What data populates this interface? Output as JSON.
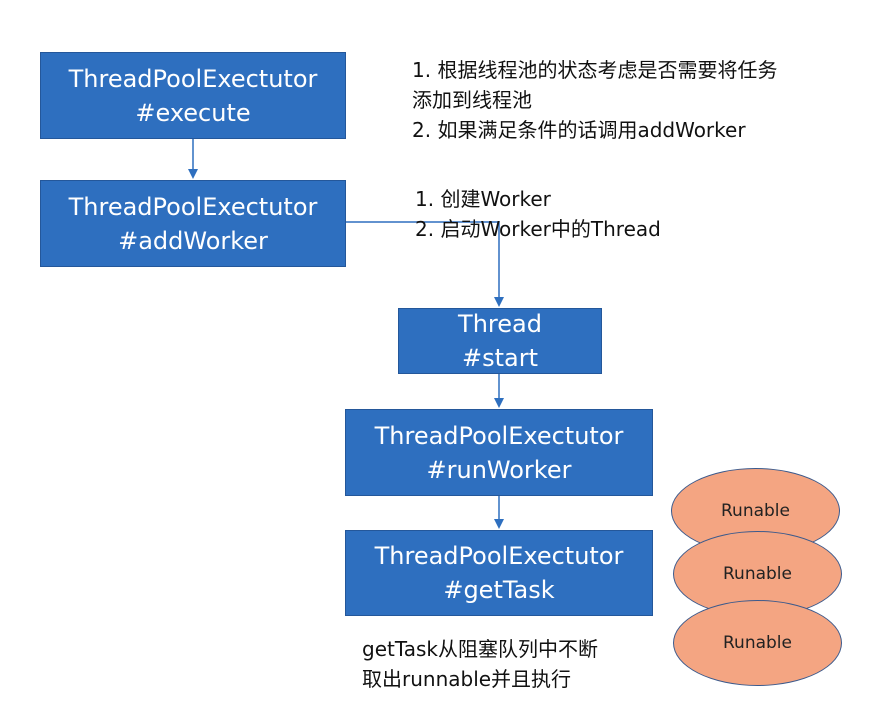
{
  "boxes": {
    "execute": {
      "line1": "ThreadPoolExectutor",
      "line2": "#execute"
    },
    "addworker": {
      "line1": "ThreadPoolExectutor",
      "line2": "#addWorker"
    },
    "thread_start": {
      "line1": "Thread",
      "line2": "#start"
    },
    "runworker": {
      "line1": "ThreadPoolExectutor",
      "line2": "#runWorker"
    },
    "gettask": {
      "line1": "ThreadPoolExectutor",
      "line2": "#getTask"
    }
  },
  "notes": {
    "execute": {
      "line1": "1.   根据线程池的状态考虑是否需要将任务",
      "line2": "添加到线程池",
      "line3": "2. 如果满足条件的话调用addWorker"
    },
    "addworker": {
      "line1": "1.   创建Worker",
      "line2": "2.   启动Worker中的Thread"
    },
    "gettask": {
      "line1": "getTask从阻塞队列中不断",
      "line2": "取出runnable并且执行"
    }
  },
  "queue": {
    "items": [
      "Runable",
      "Runable",
      "Runable"
    ]
  },
  "colors": {
    "box_fill": "#2e6fbf",
    "arrow": "#2e6fbf",
    "ellipse_fill": "#f4a582"
  }
}
